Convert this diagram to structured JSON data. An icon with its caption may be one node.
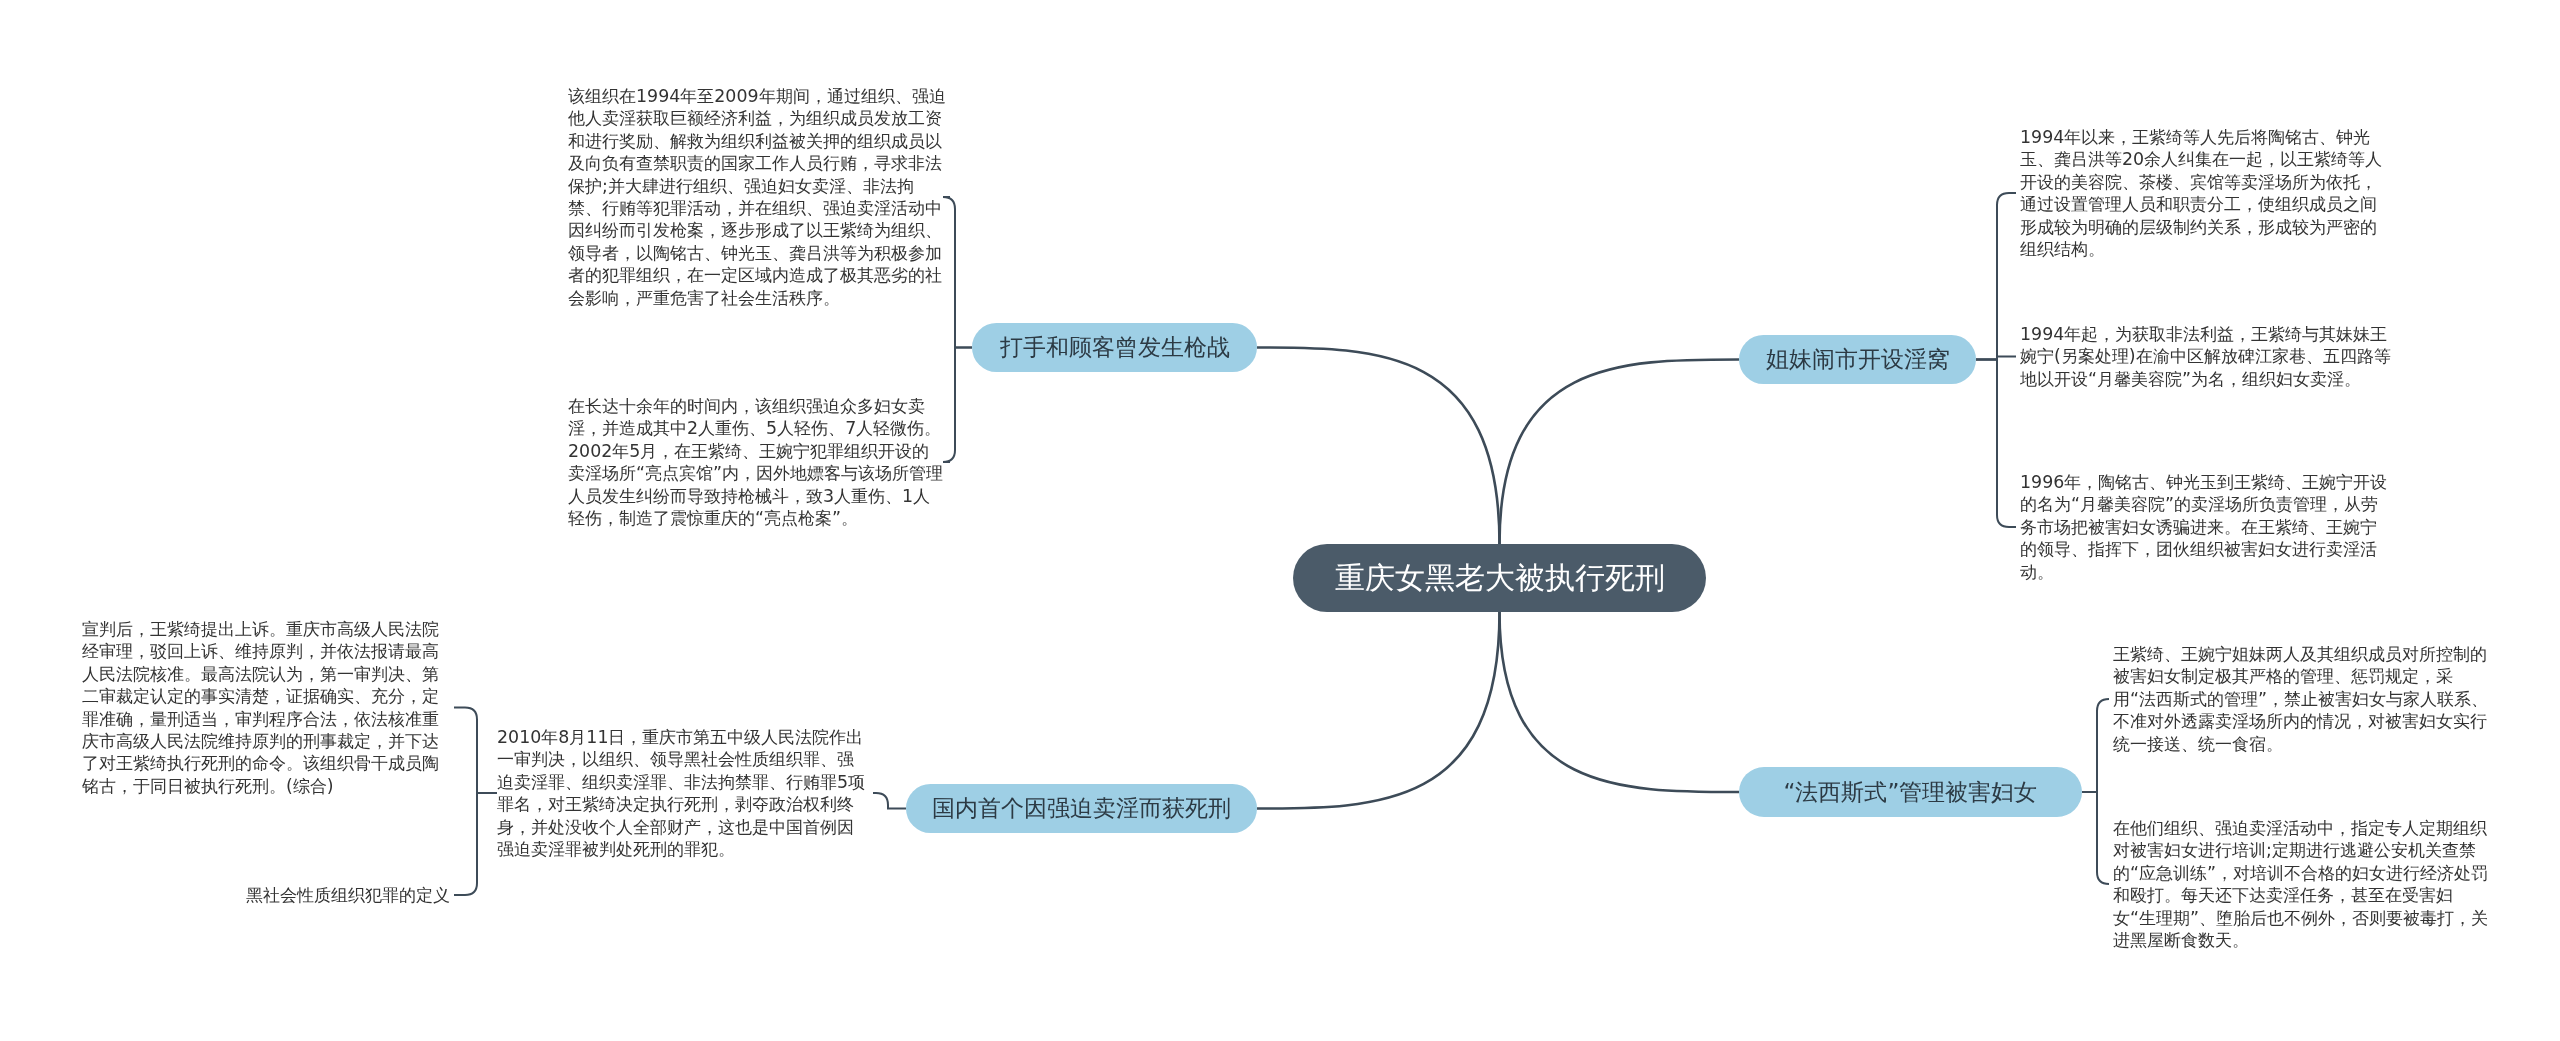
{
  "diagram": {
    "nodes": [
      {
        "text": [
          "重庆女黑老大被执行死刑"
        ]
      },
      {
        "text": [
          "打手和顾客曾发生枪战"
        ]
      },
      {
        "text": [
          "该组织在1994年至2009年期间，通过组织、强迫他人卖淫获取巨额经济利益，为组织成员发放工资和进行奖励、解救为组织利益被关押的组织成员以及向负有查禁职责的国家工作人员行贿，寻求非法保护;并大肆进行组织、强迫妇女卖淫、非法拘禁、行贿等犯罪活动，并在组织、强迫卖淫活动中因纠纷而引发枪案，逐步形成了以王紫绮为组织、领导者，以陶铭古、钟光玉、龚吕洪等为积极参加者的犯罪组织，在一定区域内造成了极其恶劣的社会影响，严重危害了社会生活秩序。"
        ]
      },
      {
        "text": [
          "在长达十余年的时间内，该组织强迫众多妇女卖淫，并造成其中2人重伤、5人轻伤、7人轻微伤。2002年5月，在王紫绮、王婉宁犯罪组织开设的卖淫场所“亮点宾馆”内，因外地嫖客与该场所管理人员发生纠纷而导致持枪械斗，致3人重伤、1人轻伤，制造了震惊重庆的“亮点枪案”。"
        ]
      },
      {
        "text": [
          "国内首个因强迫卖淫而获死刑"
        ]
      },
      {
        "text": [
          "2010年8月11日，重庆市第五中级人民法院作出一审判决，以组织、领导黑社会性质组织罪、强迫卖淫罪、组织卖淫罪、非法拘禁罪、行贿罪5项罪名，对王紫绮决定执行死刑，剥夺政治权利终身，并处没收个人全部财产，这也是中国首例因强迫卖淫罪被判处死刑的罪犯。"
        ]
      },
      {
        "text": [
          "宣判后，王紫绮提出上诉。重庆市高级人民法院经审理，驳回上诉、维持原判，并依法报请最高人民法院核准。最高法院认为，第一审判决、第二审裁定认定的事实清楚，证据确实、充分，定罪准确，量刑适当，审判程序合法，依法核准重庆市高级人民法院维持原判的刑事裁定，并下达了对王紫绮执行死刑的命令。该组织骨干成员陶铭古，于同日被执行死刑。(综合)"
        ]
      },
      {
        "text": [
          "黑社会性质组织犯罪的定义"
        ]
      },
      {
        "text": [
          "姐妹闹市开设淫窝"
        ]
      },
      {
        "text": [
          "1994年以来，王紫绮等人先后将陶铭古、钟光玉、龚吕洪等20余人纠集在一起，以王紫绮等人开设的美容院、茶楼、宾馆等卖淫场所为依托，通过设置管理人员和职责分工，使组织成员之间形成较为明确的层级制约关系，形成较为严密的组织结构。"
        ]
      },
      {
        "text": [
          "1994年起，为获取非法利益，王紫绮与其妹妹王婉宁(另案处理)在渝中区解放碑江家巷、五四路等地以开设“月馨美容院”为名，组织妇女卖淫。"
        ]
      },
      {
        "text": [
          "1996年，陶铭古、钟光玉到王紫绮、王婉宁开设的名为“月馨美容院”的卖淫场所负责管理，从劳务市场把被害妇女诱骗进来。在王紫绮、王婉宁的领导、指挥下，团伙组织被害妇女进行卖淫活动。"
        ]
      },
      {
        "text": [
          "“法西斯式”管理被害妇女"
        ]
      },
      {
        "text": [
          "王紫绮、王婉宁姐妹两人及其组织成员对所控制的被害妇女制定极其严格的管理、惩罚规定，采用“法西斯式的管理”，禁止被害妇女与家人联系、不准对外透露卖淫场所内的情况，对被害妇女实行统一接送、统一食宿。"
        ]
      },
      {
        "text": [
          "在他们组织、强迫卖淫活动中，指定专人定期组织对被害妇女进行培训;定期进行逃避公安机关查禁的“应急训练”，对培训不合格的妇女进行经济处罚和殴打。每天还下达卖淫任务，甚至在受害妇女“生理期”、堕胎后也不例外，否则要被毒打，关进黑屋断食数天。"
        ]
      }
    ],
    "edges": [
      {
        "from": 0,
        "to": 1,
        "arrow": "none"
      },
      {
        "from": 1,
        "to": 2,
        "arrow": "none"
      },
      {
        "from": 1,
        "to": 3,
        "arrow": "none"
      },
      {
        "from": 0,
        "to": 4,
        "arrow": "none"
      },
      {
        "from": 4,
        "to": 5,
        "arrow": "none"
      },
      {
        "from": 5,
        "to": 6,
        "arrow": "none"
      },
      {
        "from": 5,
        "to": 7,
        "arrow": "none"
      },
      {
        "from": 0,
        "to": 8,
        "arrow": "none"
      },
      {
        "from": 8,
        "to": 9,
        "arrow": "none"
      },
      {
        "from": 8,
        "to": 10,
        "arrow": "none"
      },
      {
        "from": 8,
        "to": 11,
        "arrow": "none"
      },
      {
        "from": 0,
        "to": 12,
        "arrow": "none"
      },
      {
        "from": 12,
        "to": 13,
        "arrow": "none"
      },
      {
        "from": 12,
        "to": 14,
        "arrow": "none"
      }
    ]
  }
}
